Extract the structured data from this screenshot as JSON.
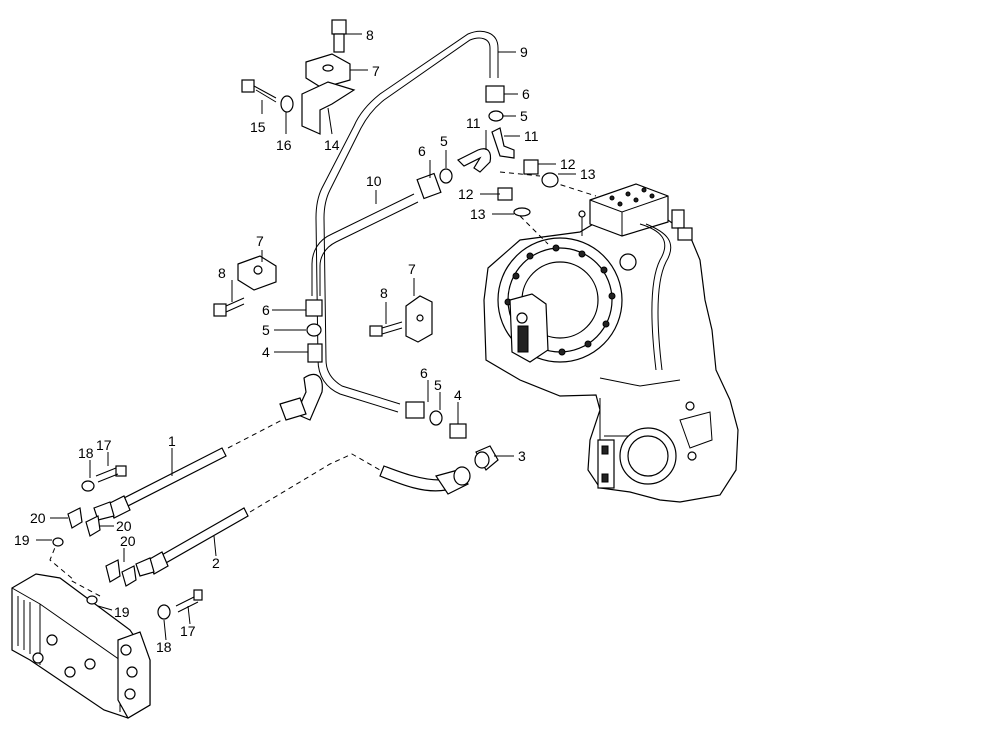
{
  "callouts": {
    "c1": "1",
    "c2": "2",
    "c3": "3",
    "c4a": "4",
    "c4b": "4",
    "c5a": "5",
    "c5b": "5",
    "c5c": "5",
    "c5d": "5",
    "c6a": "6",
    "c6b": "6",
    "c6c": "6",
    "c6d": "6",
    "c7a": "7",
    "c7b": "7",
    "c7c": "7",
    "c8a": "8",
    "c8b": "8",
    "c8c": "8",
    "c9": "9",
    "c10": "10",
    "c11a": "11",
    "c11b": "11",
    "c12a": "12",
    "c12b": "12",
    "c13a": "13",
    "c13b": "13",
    "c14": "14",
    "c15": "15",
    "c16": "16",
    "c17a": "17",
    "c17b": "17",
    "c18a": "18",
    "c18b": "18",
    "c19a": "19",
    "c19b": "19",
    "c20a": "20",
    "c20b": "20",
    "c20c": "20"
  }
}
